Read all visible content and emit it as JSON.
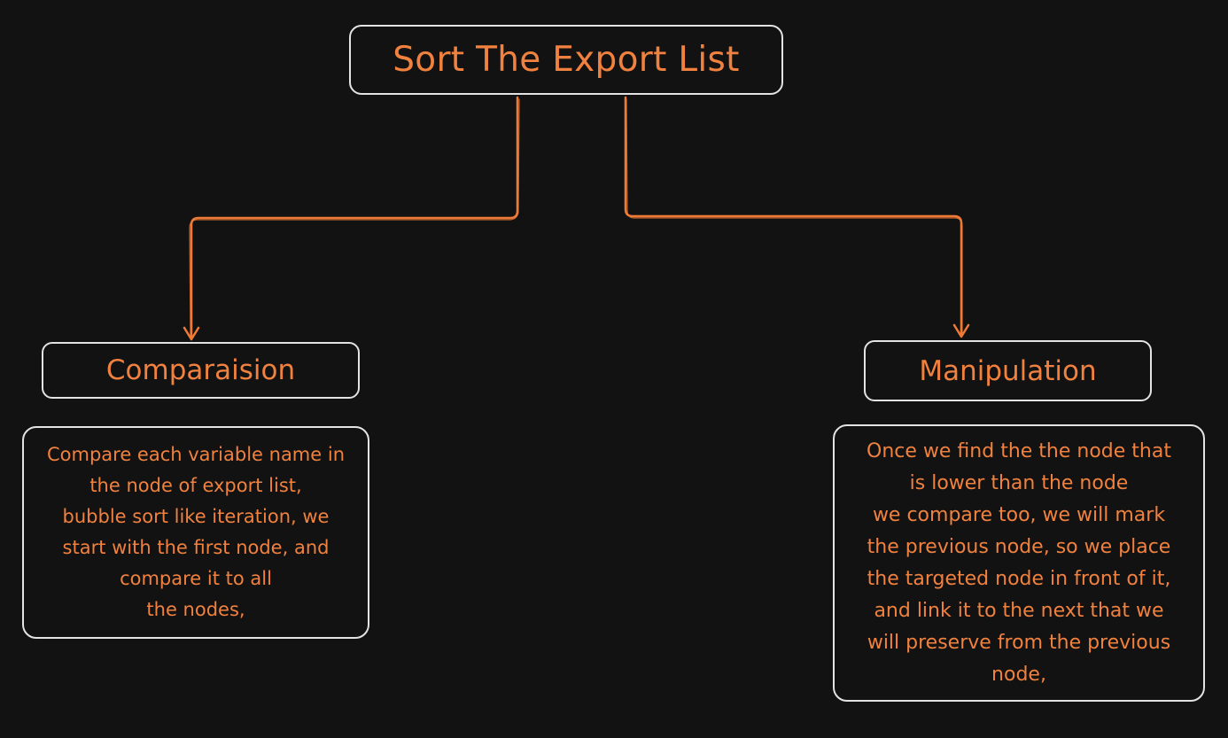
{
  "diagram": {
    "title": "Sort The Export List",
    "branches": [
      {
        "label": "Comparaision",
        "description_lines": [
          "Compare each variable name in",
          "the node of export list,",
          "bubble sort like iteration, we",
          "start with the first node, and",
          "compare it to all",
          "the nodes,"
        ]
      },
      {
        "label": "Manipulation",
        "description_lines": [
          "Once we find the the node that",
          "is lower than the node",
          "we compare too, we will mark",
          "the previous node, so we place",
          "the targeted node in front of it,",
          "and link it to the next that we",
          "will preserve from the previous",
          "node,"
        ]
      }
    ],
    "colors": {
      "background": "#121212",
      "text_accent": "#f0813e",
      "arrow": "#ee7a38",
      "border": "#e3e3e3"
    }
  }
}
